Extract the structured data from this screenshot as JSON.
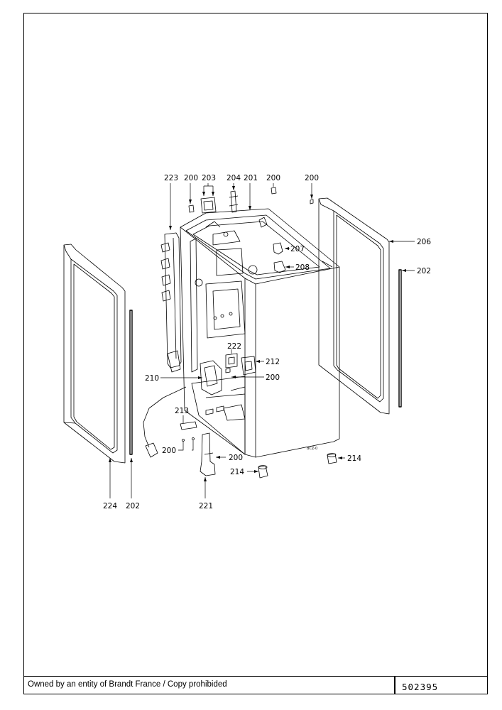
{
  "diagram": {
    "labels": {
      "l223": "223",
      "l200a": "200",
      "l203": "203",
      "l204": "204",
      "l201": "201",
      "l200b": "200",
      "l200c": "200",
      "l207": "207",
      "l208": "208",
      "l206": "206",
      "l202r": "202",
      "l222": "222",
      "l212": "212",
      "l210": "210",
      "l200d": "200",
      "l213": "213",
      "l200e": "200",
      "l200f": "200",
      "l214a": "214",
      "l214b": "214",
      "l224": "224",
      "l202l": "202",
      "l221": "221"
    },
    "stamp": "BCZ-0"
  },
  "footer": {
    "ownership": "Owned by an entity of Brandt France / Copy prohibided",
    "reference": "502395"
  }
}
